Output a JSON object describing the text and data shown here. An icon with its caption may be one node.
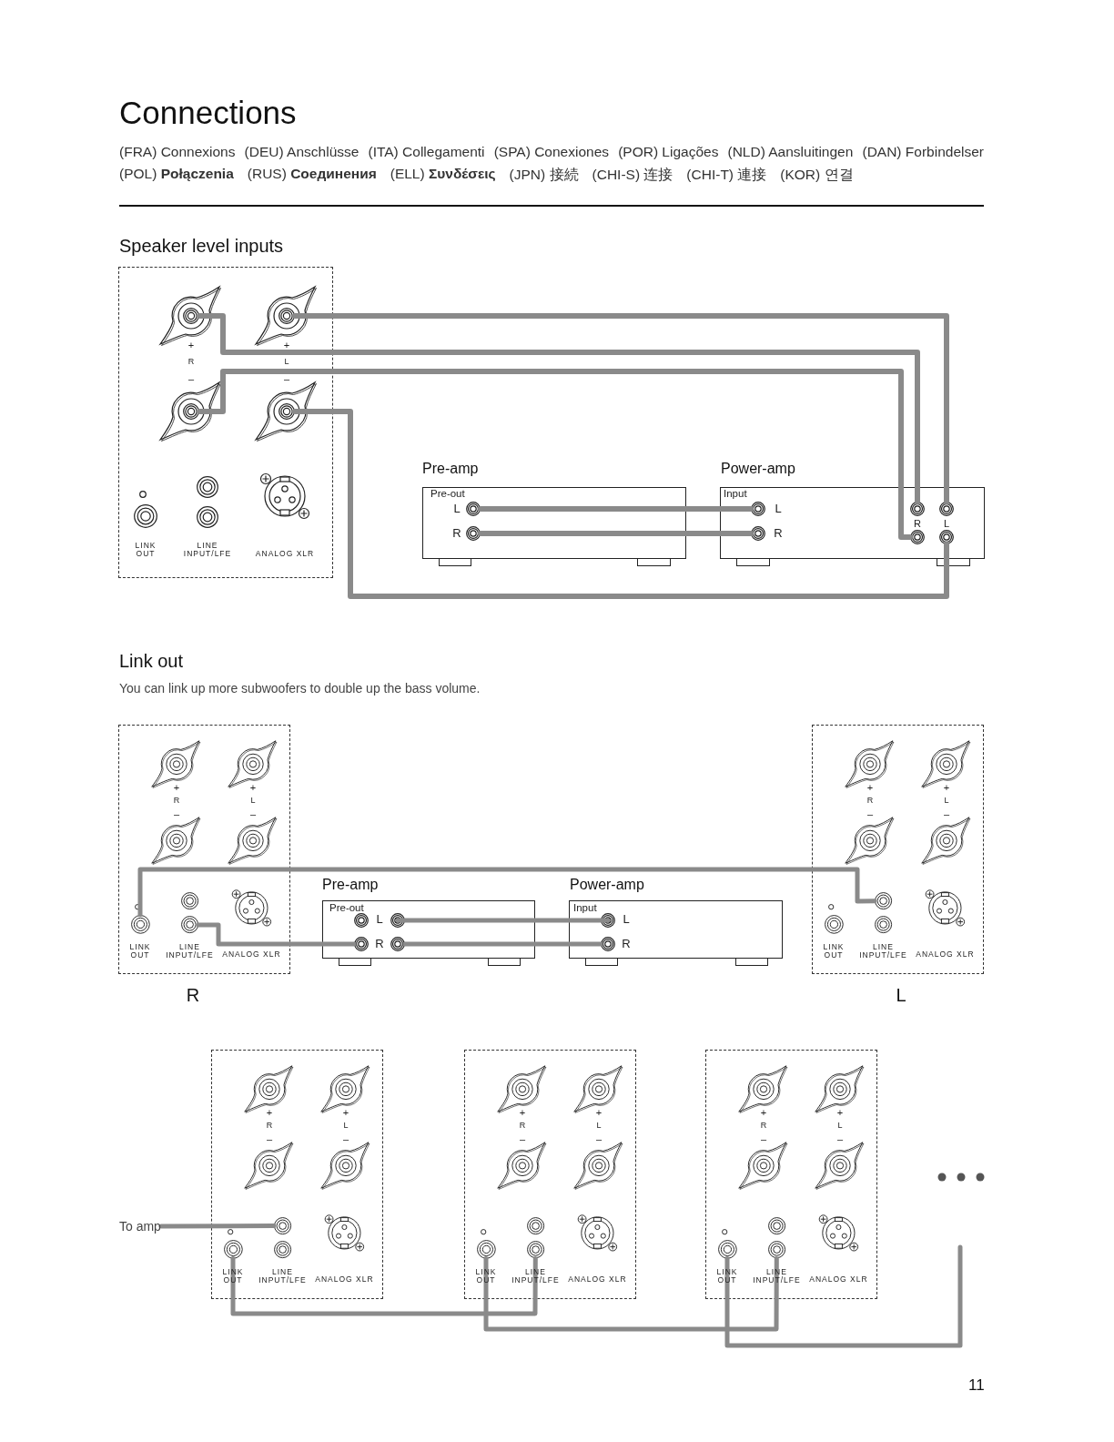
{
  "diagram": {
    "title": "Connections",
    "nodes": [
      {
        "text": [
          "+",
          "R",
          "–",
          "+",
          "L",
          "–",
          "LINK OUT",
          "LINE INPUT/LFE",
          "ANALOG XLR"
        ]
      },
      {
        "text": [],
        "shape": "circle",
        "in": 0
      },
      {
        "text": [],
        "shape": "circle",
        "in": 0
      },
      {
        "text": [],
        "shape": "circle",
        "in": 0
      },
      {
        "text": [],
        "shape": "circle",
        "in": 0
      },
      {
        "text": [],
        "shape": "circle",
        "in": 0
      },
      {
        "text": [],
        "shape": "circle",
        "in": 0
      },
      {
        "text": [],
        "shape": "circle",
        "in": 0
      },
      {
        "text": [
          "Pre-amp",
          "Pre-out",
          "L",
          "R"
        ]
      },
      {
        "text": [],
        "shape": "circle",
        "in": 8
      },
      {
        "text": [],
        "shape": "circle",
        "in": 8
      },
      {
        "text": [
          "Power-amp",
          "Input",
          "L",
          "R",
          "R",
          "L"
        ]
      },
      {
        "text": [],
        "shape": "circle",
        "in": 11
      },
      {
        "text": [],
        "shape": "circle",
        "in": 11
      },
      {
        "text": [],
        "shape": "circle",
        "in": 11
      },
      {
        "text": [],
        "shape": "circle",
        "in": 11
      },
      {
        "text": [],
        "shape": "circle",
        "in": 11
      },
      {
        "text": [],
        "shape": "circle",
        "in": 11
      },
      {
        "text": [
          "+",
          "R",
          "–",
          "+",
          "L",
          "–",
          "LINK OUT",
          "LINE INPUT/LFE",
          "ANALOG XLR"
        ],
        "beside": [
          "R"
        ]
      },
      {
        "text": [],
        "shape": "circle",
        "in": 18
      },
      {
        "text": [],
        "shape": "circle",
        "in": 18
      },
      {
        "text": [],
        "shape": "circle",
        "in": 18
      },
      {
        "text": [
          "Pre-amp",
          "Pre-out",
          "L",
          "R"
        ]
      },
      {
        "text": [],
        "shape": "circle",
        "in": 22
      },
      {
        "text": [],
        "shape": "circle",
        "in": 22
      },
      {
        "text": [],
        "shape": "circle",
        "in": 22
      },
      {
        "text": [],
        "shape": "circle",
        "in": 22
      },
      {
        "text": [
          "Power-amp",
          "Input",
          "L",
          "R"
        ]
      },
      {
        "text": [],
        "shape": "circle",
        "in": 27
      },
      {
        "text": [],
        "shape": "circle",
        "in": 27
      },
      {
        "text": [
          "+",
          "R",
          "–",
          "+",
          "L",
          "–",
          "LINK OUT",
          "LINE INPUT/LFE",
          "ANALOG XLR"
        ],
        "beside": [
          "L"
        ]
      },
      {
        "text": [],
        "shape": "circle",
        "in": 30
      },
      {
        "text": [],
        "shape": "circle",
        "in": 30
      },
      {
        "text": [],
        "shape": "circle",
        "in": 30
      },
      {
        "text": [
          "To amp"
        ]
      },
      {
        "text": [
          "+",
          "R",
          "–",
          "+",
          "L",
          "–",
          "LINK OUT",
          "LINE INPUT/LFE",
          "ANALOG XLR"
        ]
      },
      {
        "text": [],
        "shape": "circle",
        "in": 35
      },
      {
        "text": [],
        "shape": "circle",
        "in": 35
      },
      {
        "text": [],
        "shape": "circle",
        "in": 35
      },
      {
        "text": [
          "+",
          "R",
          "–",
          "+",
          "L",
          "–",
          "LINK OUT",
          "LINE INPUT/LFE",
          "ANALOG XLR"
        ]
      },
      {
        "text": [],
        "shape": "circle",
        "in": 39
      },
      {
        "text": [],
        "shape": "circle",
        "in": 39
      },
      {
        "text": [],
        "shape": "circle",
        "in": 39
      },
      {
        "text": [
          "+",
          "R",
          "–",
          "+",
          "L",
          "–",
          "LINK OUT",
          "LINE INPUT/LFE",
          "ANALOG XLR"
        ]
      },
      {
        "text": [],
        "shape": "circle",
        "in": 43
      },
      {
        "text": [],
        "shape": "circle",
        "in": 43
      },
      {
        "text": [],
        "shape": "circle",
        "in": 43
      }
    ],
    "edges": [
      {
        "from": 1,
        "to": 14,
        "arrow": "none"
      },
      {
        "from": 3,
        "to": 16,
        "arrow": "none"
      },
      {
        "from": 2,
        "to": 15,
        "arrow": "none"
      },
      {
        "from": 4,
        "to": 17,
        "arrow": "none"
      },
      {
        "from": 9,
        "to": 12,
        "arrow": "none"
      },
      {
        "from": 10,
        "to": 13,
        "arrow": "none"
      },
      {
        "from": 19,
        "to": 32,
        "arrow": "none"
      },
      {
        "from": 21,
        "to": 24,
        "arrow": "none"
      },
      {
        "from": 25,
        "to": 28,
        "arrow": "none"
      },
      {
        "from": 26,
        "to": 29,
        "arrow": "none"
      },
      {
        "from": 34,
        "to": 37,
        "arrow": "none"
      },
      {
        "from": 36,
        "to": 42,
        "arrow": "none"
      },
      {
        "from": 40,
        "to": 46,
        "arrow": "none"
      },
      {
        "from": 44,
        "to": null,
        "arrow": "none"
      }
    ],
    "labels": [
      "(FRA) Connexions",
      "(DEU) Anschlüsse",
      "(ITA) Collegamenti",
      "(SPA) Conexiones",
      "(POR) Ligações",
      "(NLD) Aansluitingen",
      "(DAN) Forbindelser",
      "(POL) **Połączenia**",
      "(RUS) **Соединения**",
      "(ELL) **Συνδέσεις**",
      "(JPN) 接続",
      "(CHI-S) 连接",
      "(CHI-T) 連接",
      "(KOR) 연결",
      "Speaker level inputs",
      "Link out",
      "You can link up more subwoofers to double up the bass volume.",
      "11"
    ]
  }
}
